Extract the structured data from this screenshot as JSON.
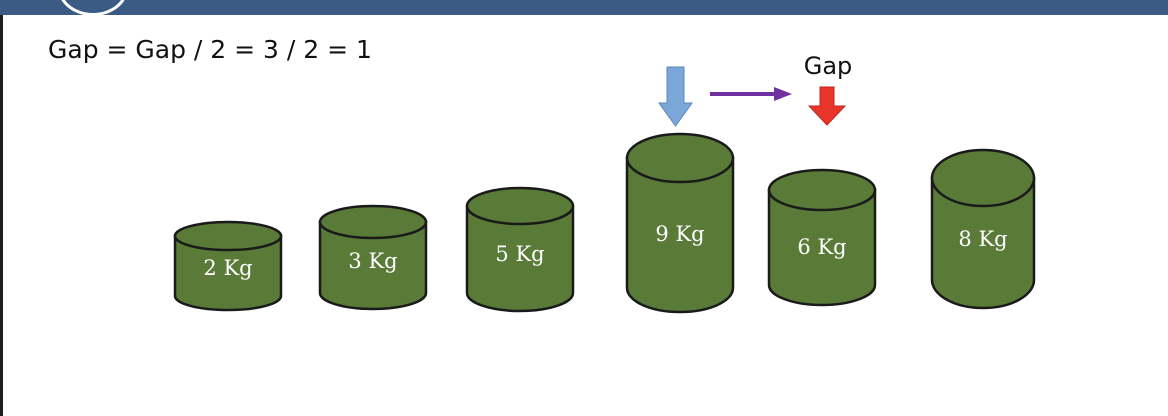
{
  "header": {
    "bar_color": "#3b5b85"
  },
  "formula": "Gap = Gap / 2 = 3 / 2 = 1",
  "gap_label": "Gap",
  "colors": {
    "cylinder_fill": "#5a7a38",
    "cylinder_stroke": "#1a1a1a",
    "blue_arrow": "#7aa6d8",
    "purple_arrow": "#7030a0",
    "red_arrow": "#e8352a"
  },
  "cylinders": [
    {
      "label": "2 Kg",
      "weight": 2
    },
    {
      "label": "3 Kg",
      "weight": 3
    },
    {
      "label": "5 Kg",
      "weight": 5
    },
    {
      "label": "9 Kg",
      "weight": 9
    },
    {
      "label": "6 Kg",
      "weight": 6
    },
    {
      "label": "8 Kg",
      "weight": 8
    }
  ],
  "arrows": {
    "current_index_icon": "down-arrow-icon",
    "gap_jump_icon": "right-arrow-icon",
    "gap_target_icon": "down-arrow-icon"
  }
}
